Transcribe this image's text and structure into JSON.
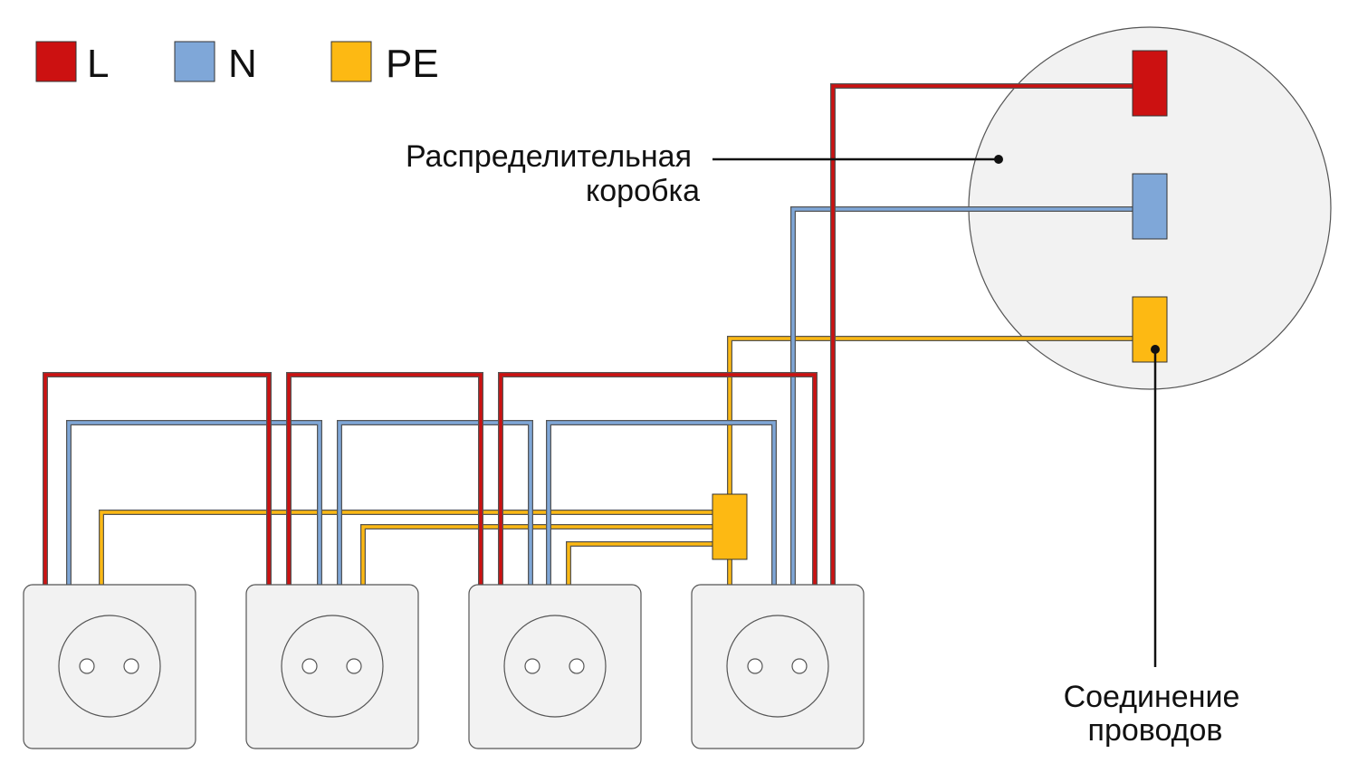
{
  "colors": {
    "L": "#cc1111",
    "N": "#7fa7d8",
    "PE": "#fdb913",
    "background": "#ffffff",
    "junction_box_fill": "#f2f2f2",
    "socket_fill": "#f2f2f2",
    "outline": "#555555",
    "text": "#111111"
  },
  "legend": [
    {
      "key": "L",
      "label": "L"
    },
    {
      "key": "N",
      "label": "N"
    },
    {
      "key": "PE",
      "label": "PE"
    }
  ],
  "callouts": {
    "junction_box": {
      "line1": "Распределительная",
      "line2": "коробка"
    },
    "wire_connection": {
      "line1": "Соединение",
      "line2": "проводов"
    }
  },
  "sockets": [
    {
      "id": "socket-1"
    },
    {
      "id": "socket-2"
    },
    {
      "id": "socket-3"
    },
    {
      "id": "socket-4"
    }
  ]
}
